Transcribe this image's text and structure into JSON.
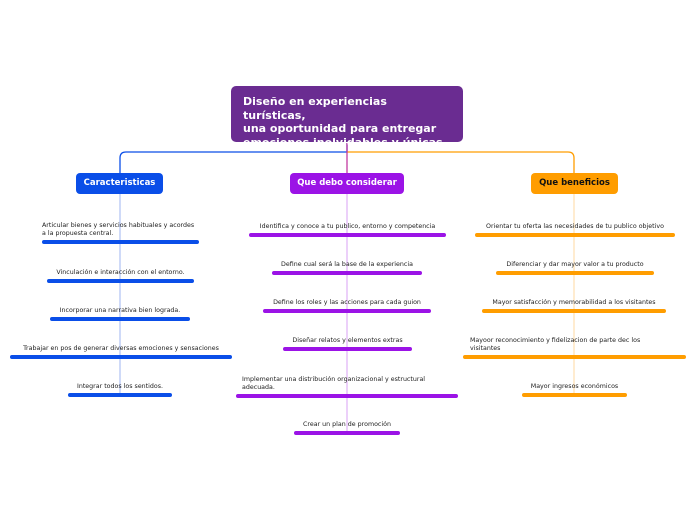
{
  "root": {
    "title_lines": [
      "Diseño en experiencias turísticas,",
      "una oportunidad para entregar",
      "emociones inolvidables y únicas"
    ]
  },
  "branches": [
    {
      "label": "Caracteristicas",
      "color": "#0a4ee8",
      "items": [
        "Articular bienes y servicios  habituales y acordes a la propuesta central.",
        "Vinculación e interacción con el entorno.",
        "Incorporar una narrativa bien lograda.",
        "Trabajar en pos de generar diversas emociones y sensaciones",
        "Integrar todos los sentidos."
      ]
    },
    {
      "label": "Que debo considerar",
      "color": "#9b13e6",
      "items": [
        "Identifica y conoce a tu publico, entorno y competencia",
        "Define cual será la base de la experiencia",
        "Define los roles y las acciones para cada guion",
        "Diseñar relatos y elementos extras",
        "Implementar una distribución organizacional y estructural adecuada.",
        "Crear un plan de promoción"
      ]
    },
    {
      "label": "Que beneficios",
      "color": "#ff9d00",
      "items": [
        "Orientar tu oferta las necesidades de tu publico objetivo",
        "Diferenciar y dar mayor valor a tu producto",
        "Mayor satisfacción y memorabilidad a los visitantes",
        "Mayoor reconocimiento y fidelizacion de parte dec los visitantes",
        "Mayor ingresos económicos"
      ]
    }
  ]
}
